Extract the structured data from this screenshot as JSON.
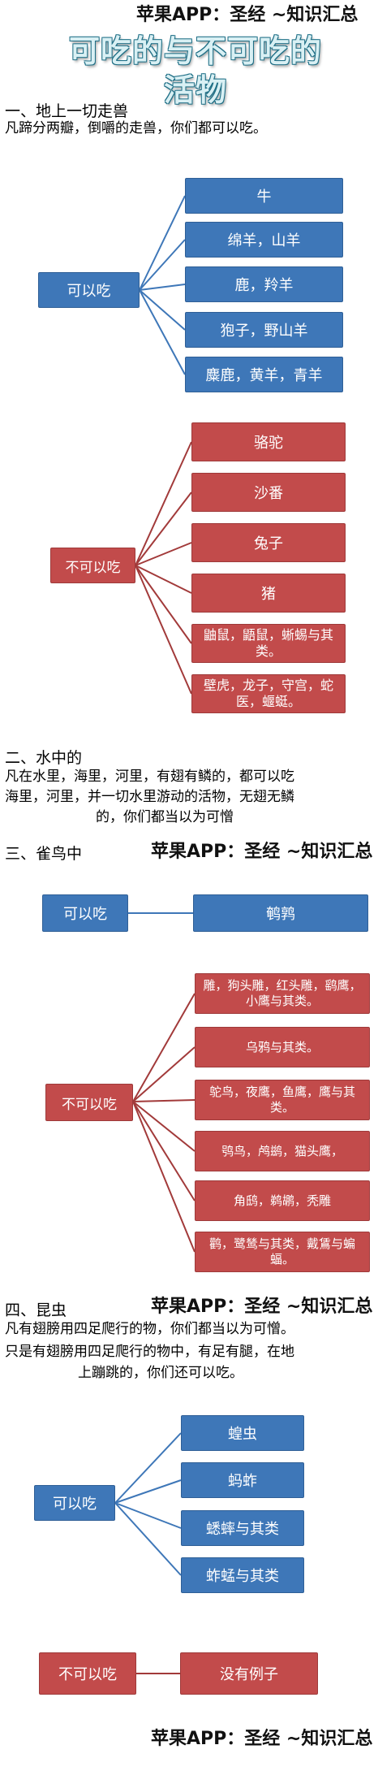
{
  "watermark": "苹果APP：圣经 ~知识汇总",
  "title": {
    "line1": "可吃的与不可吃的",
    "line2": "活物"
  },
  "sec1": {
    "heading": "一、地上一切走兽",
    "desc": "凡蹄分两瓣，倒嚼的走兽，你们都可以吃。",
    "can_eat": {
      "label": "可以吃",
      "items": [
        "牛",
        "绵羊，山羊",
        "鹿，羚羊",
        "狍子，野山羊",
        "麋鹿，黄羊，青羊"
      ]
    },
    "cannot_eat": {
      "label": "不可以吃",
      "items": [
        "骆驼",
        "沙番",
        "兔子",
        "猪",
        "鼬鼠，鼯鼠，蜥蜴与其类。",
        "壁虎，龙子，守宫，蛇医，蝘蜓。"
      ]
    }
  },
  "sec2": {
    "heading": "二、水中的",
    "line1": "凡在水里，海里，河里，有翅有鳞的，都可以吃",
    "line2": "海里，河里，并一切水里游动的活物，无翅无鳞",
    "line3": "的，你们都当以为可憎"
  },
  "sec3": {
    "heading": "三、雀鸟中",
    "can_eat": {
      "label": "可以吃",
      "items": [
        "鹌鹑"
      ]
    },
    "cannot_eat": {
      "label": "不可以吃",
      "items": [
        "雕，狗头雕，红头雕，鹞鹰，小鹰与其类。",
        "乌鸦与其类。",
        "鸵鸟，夜鹰，鱼鹰，鹰与其类。",
        "鸮鸟，鸬鹚，猫头鹰，",
        "角鸱，鹈鹕，秃雕",
        "鹳，鹭鸶与其类，戴鵀与蝙蝠。"
      ]
    }
  },
  "sec4": {
    "heading": "四、昆虫",
    "line1": "凡有翅膀用四足爬行的物，你们都当以为可憎。",
    "line2": "只是有翅膀用四足爬行的物中，有足有腿，在地",
    "line3": "上蹦跳的，你们还可以吃。",
    "can_eat": {
      "label": "可以吃",
      "items": [
        "蝗虫",
        "蚂蚱",
        "蟋蟀与其类",
        "蚱蜢与其类"
      ]
    },
    "cannot_eat": {
      "label": "不可以吃",
      "items": [
        "没有例子"
      ]
    }
  },
  "colors": {
    "blue": "#3e77b8",
    "red": "#c24b4b"
  }
}
